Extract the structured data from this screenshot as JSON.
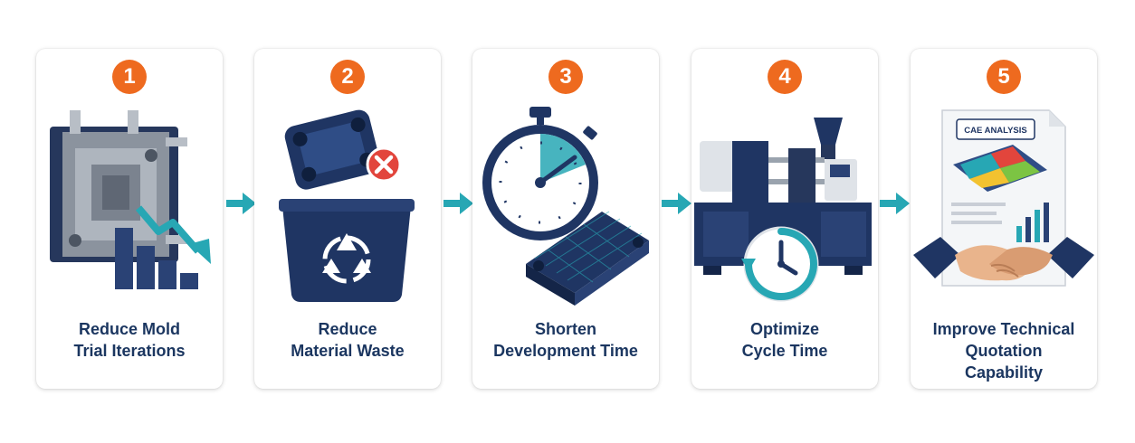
{
  "colors": {
    "accent": "#ee6a1f",
    "navy": "#1b3660",
    "teal": "#27a7b4",
    "red": "#e2453c"
  },
  "steps": [
    {
      "number": "1",
      "label": "Reduce Mold\nTrial Iterations"
    },
    {
      "number": "2",
      "label": "Reduce\nMaterial Waste"
    },
    {
      "number": "3",
      "label": "Shorten\nDevelopment Time"
    },
    {
      "number": "4",
      "label": "Optimize\nCycle Time"
    },
    {
      "number": "5",
      "label": "Improve Technical\nQuotation\nCapability"
    }
  ],
  "report": {
    "heading": "CAE ANALYSIS"
  },
  "icons": [
    "mold-icon",
    "bar-chart-down-icon",
    "trend-arrow-down-icon",
    "bin-icon",
    "part-icon",
    "x-mark-icon",
    "recycle-icon",
    "stopwatch-icon",
    "mesh-part-icon",
    "injection-machine-icon",
    "clock-cycle-icon",
    "report-icon",
    "handshake-icon",
    "arrow-right-icon"
  ]
}
